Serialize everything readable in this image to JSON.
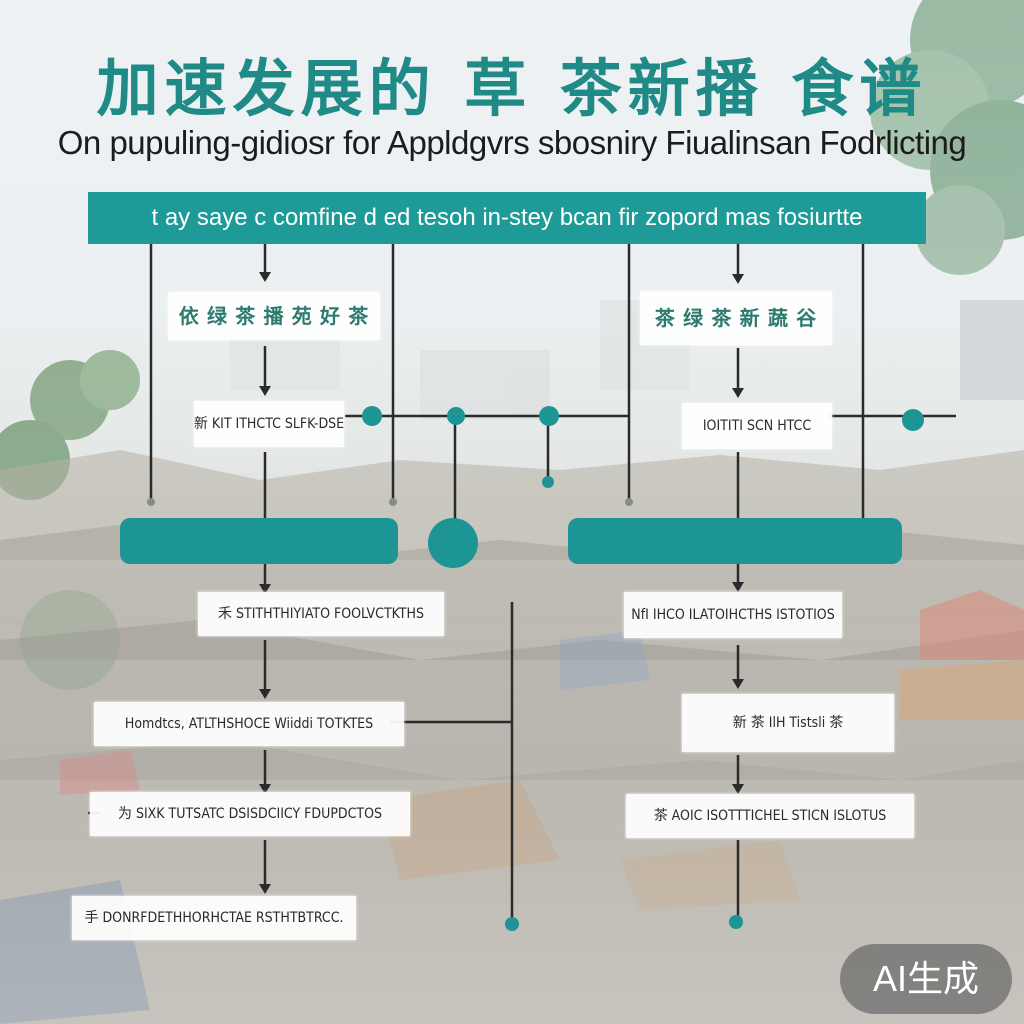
{
  "title": "加速发展的 草 茶新播 食谱",
  "subtitle": "On pupuling-gidiosr for Appldgvrs sbosniry Fiualinsan Fodrlicting",
  "banner": "t ay saye c comfine d ed  tesoh in-stey  bcan fir zopord mas fosiurtte",
  "colors": {
    "accent": "#1e9a98",
    "line": "#2b2b2b",
    "badge_bg": "#5a5a5a"
  },
  "left_column": {
    "top_node": "依 绿 茶 播 苑 好 茶",
    "node_1": "新 KIT ITHCTC SLFK-DSE",
    "node_2": "禾 STITHTHIYIATO FOOLVCTKTHS",
    "node_3": "Homdtcs, ATLTHSHOCE Wiiddi TOTKTES",
    "node_4": "为 SIXK TUTSATC DSISDCIICY FDUPDCTOS",
    "node_5": "手 DONRFDETHHORHCTAE RSTHTBTRCC."
  },
  "right_column": {
    "top_node": "茶 绿 茶 新 蔬 谷",
    "node_1": "IOITITI SCN HTCC",
    "node_2": "NfI IHCO ILATOIHCTHS ISTOTIOS",
    "node_3": "新 茶 IlH Tistsli 茶",
    "node_4": "茶 AOIC ISOTTTICHEL STICN   ISLOTUS"
  },
  "badge": "AI生成"
}
